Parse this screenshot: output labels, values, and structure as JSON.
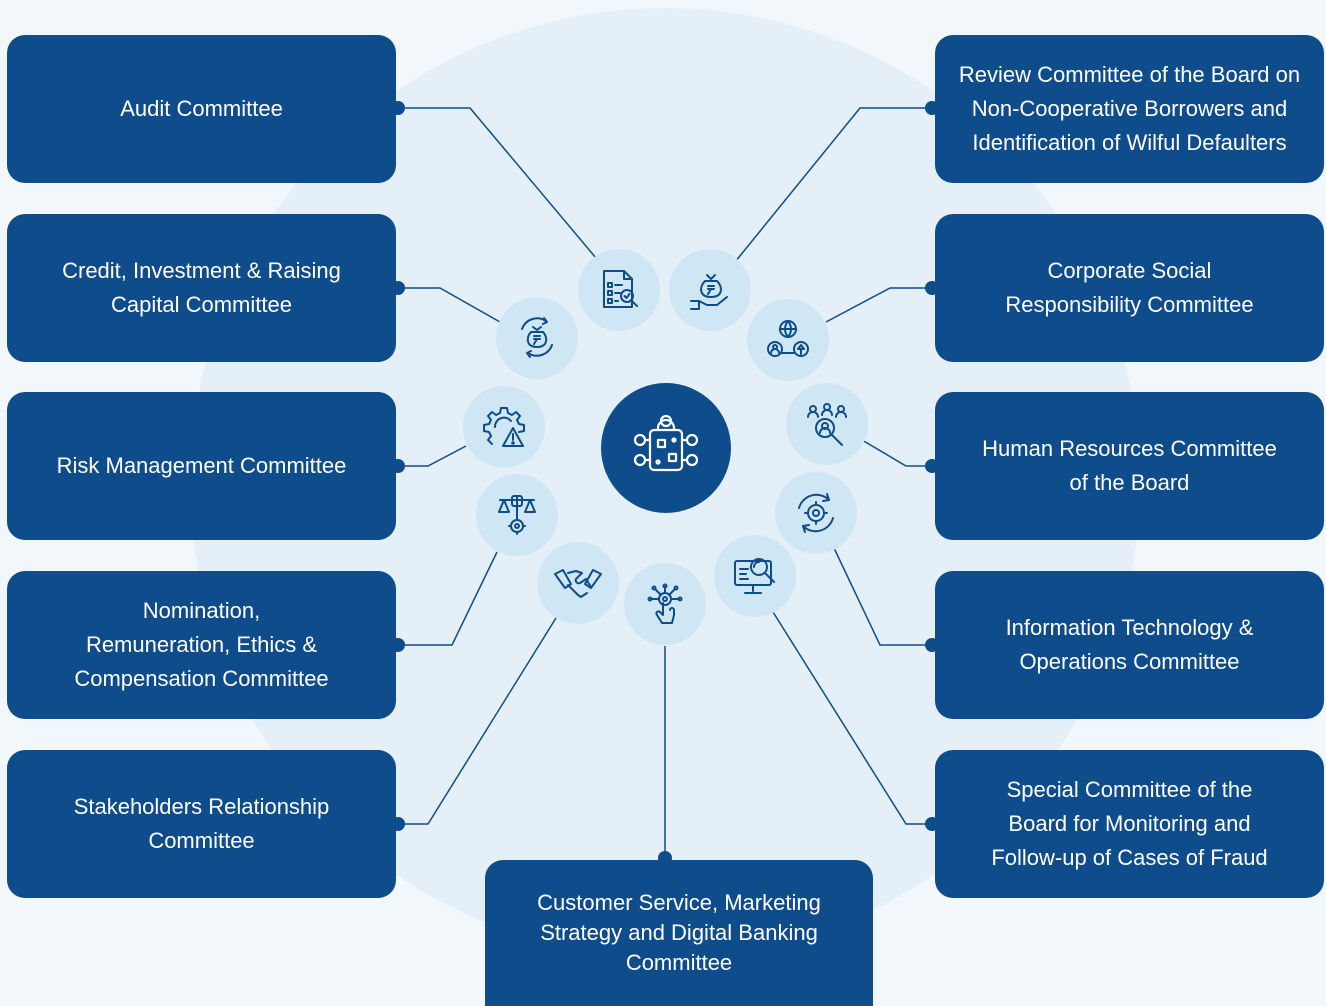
{
  "colors": {
    "box": "#0f4c8c",
    "icon_bg": "#cfe6f4",
    "line": "#0f4c8c",
    "background": "#f2f7fb"
  },
  "committees": {
    "audit": [
      "Audit Committee"
    ],
    "credit": [
      "Credit, Investment & Raising",
      "Capital Committee"
    ],
    "risk": [
      "Risk Management Committee"
    ],
    "nomination": [
      "Nomination,",
      "Remuneration, Ethics &",
      "Compensation Committee"
    ],
    "stakeholders": [
      "Stakeholders Relationship",
      "Committee"
    ],
    "customer": [
      "Customer Service, Marketing",
      "Strategy and Digital Banking",
      "Committee"
    ],
    "review": [
      "Review Committee of the Board on",
      "Non-Cooperative Borrowers and",
      "Identification of Wilful Defaulters"
    ],
    "csr": [
      "Corporate Social",
      "Responsibility Committee"
    ],
    "hr": [
      "Human Resources Committee",
      "of the Board"
    ],
    "it": [
      "Information Technology &",
      "Operations Committee"
    ],
    "fraud": [
      "Special Committee of the",
      "Board for Monitoring and",
      "Follow-up of Cases of Fraud"
    ]
  },
  "icons": {
    "center": "board-network-icon",
    "audit": "document-check-icon",
    "review": "money-bag-hand-icon",
    "credit": "rupee-bag-cycle-icon",
    "csr": "globe-people-icon",
    "risk": "gear-warning-icon",
    "hr": "people-search-icon",
    "nomination": "scales-gear-icon",
    "it": "gear-cycle-icon",
    "stakeholders": "handshake-icon",
    "customer": "digital-touch-icon",
    "fraud": "monitor-search-icon"
  }
}
